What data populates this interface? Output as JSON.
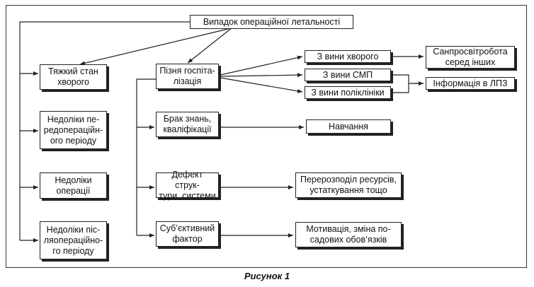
{
  "diagram": {
    "root": "Випадок операційної летальності",
    "left_causes": [
      "Тяжкий стан\nхворого",
      "Недоліки пе-\nредопераційн-\nого періоду",
      "Недоліки\nоперації",
      "Недоліки піс-\nляопераційно-\nго періоду"
    ],
    "mid_causes": [
      "Пізня госпіта-\nлізація",
      "Брак знань,\nкваліфікації",
      "Дефект струк-\nтури, системи",
      "Суб’єктивний\nфактор"
    ],
    "late_reasons": [
      "З вини хворого",
      "З вини СМП",
      "З вини поліклініки"
    ],
    "actions": {
      "sanprosvit": "Санпросвітробота\nсеред інших",
      "info": "Інформація в ЛПЗ",
      "training": "Навчання",
      "redistribution": "Перерозподіл ресурсів,\nустаткування тощо",
      "motivation": "Мотивація, зміна по-\nсадових обов’язків"
    }
  },
  "caption": "Рисунок 1"
}
